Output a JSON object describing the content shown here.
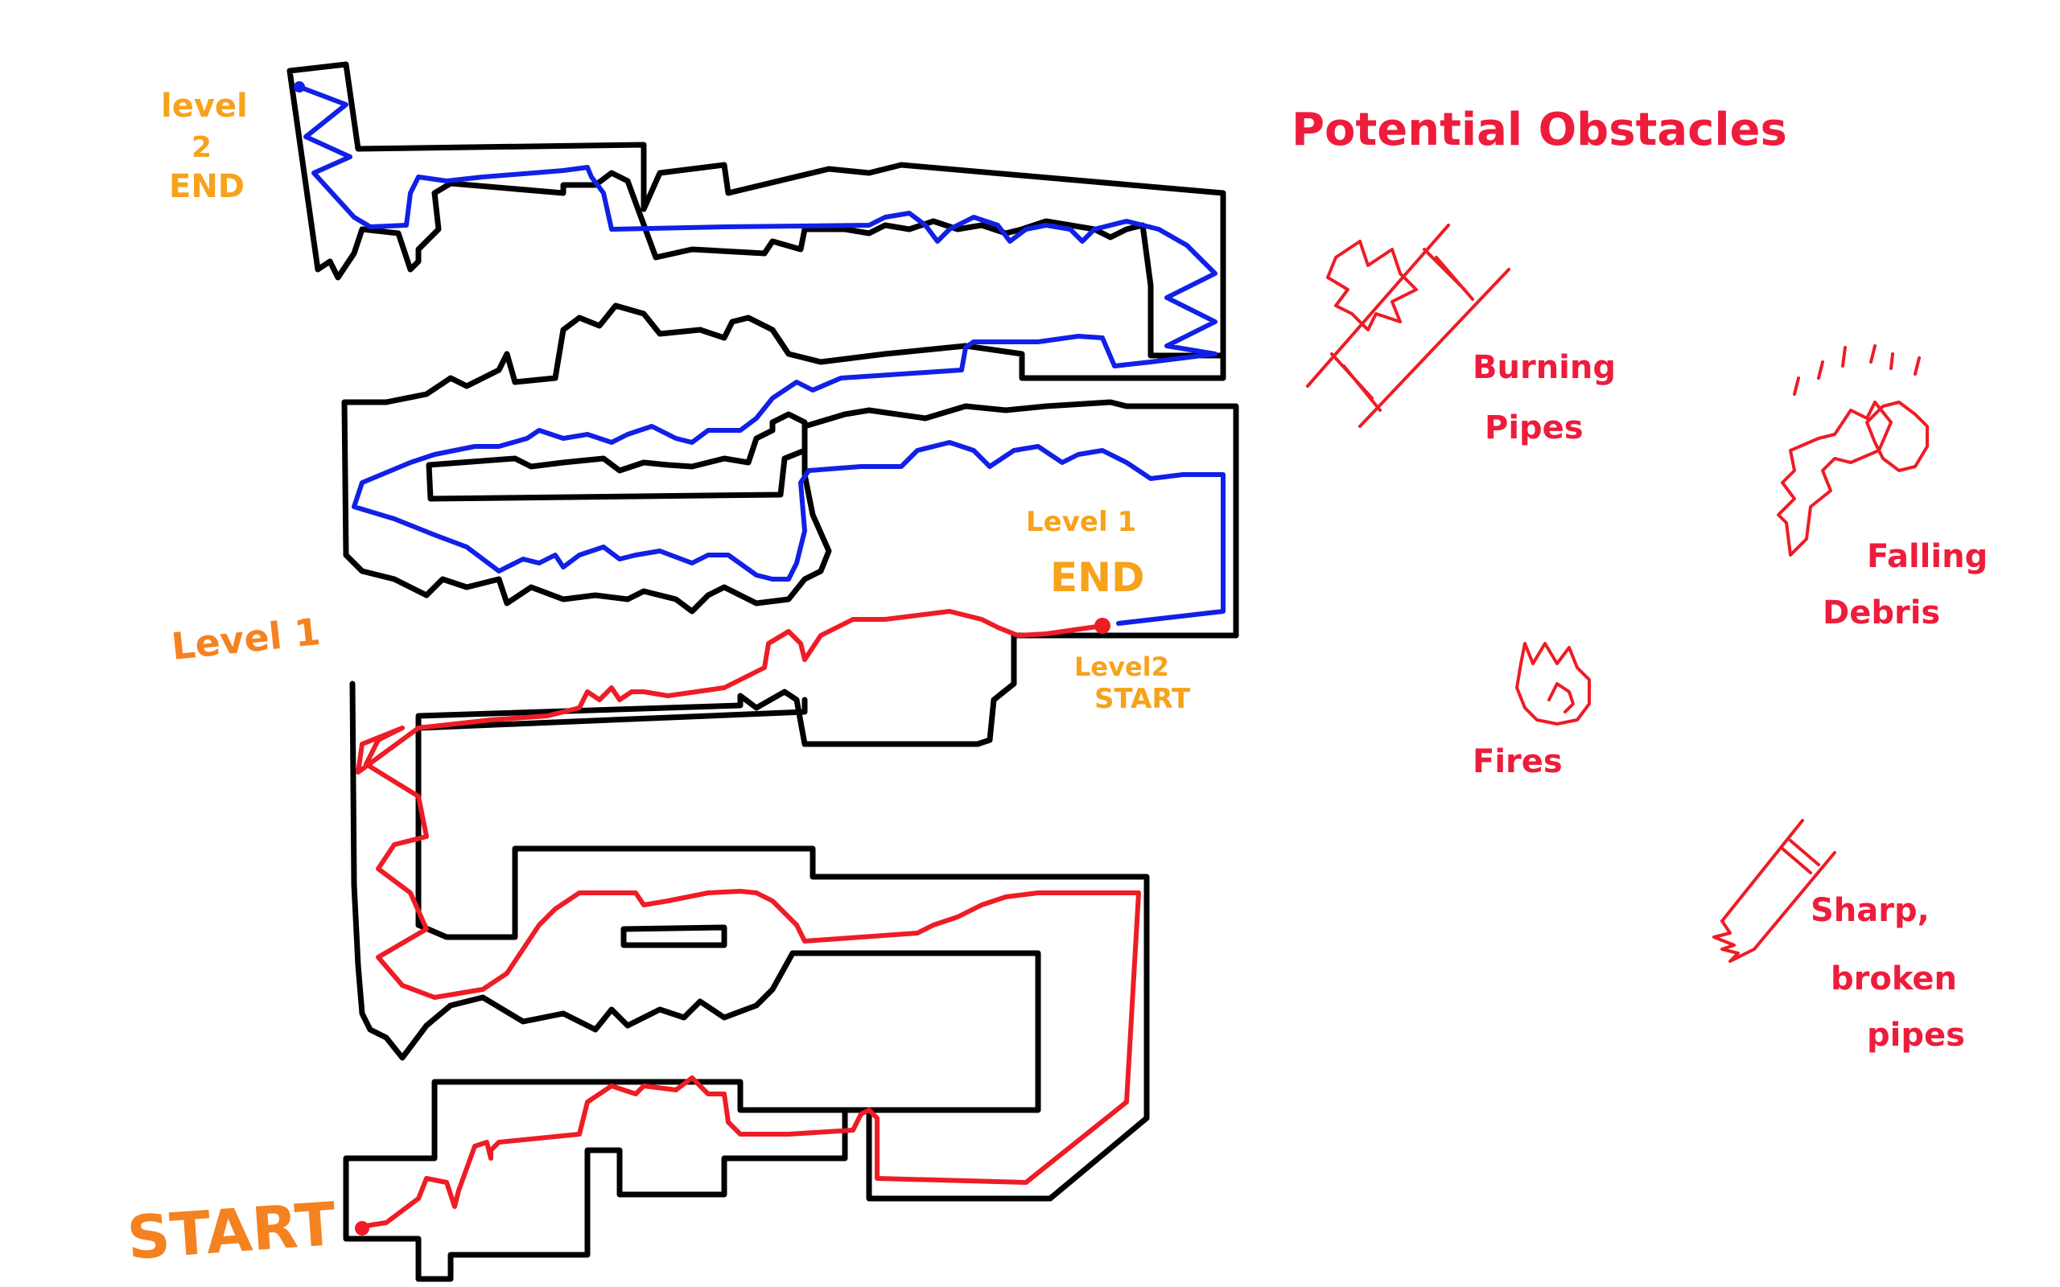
{
  "labels": {
    "level2_end": [
      "level",
      "2",
      "END"
    ],
    "start": "START",
    "level1_side": "Level 1",
    "level1_end": [
      "Level 1",
      "END"
    ],
    "level2_start": [
      "Level2",
      "START"
    ]
  },
  "legend": {
    "title": "Potential Obstacles",
    "items": [
      {
        "label": [
          "Burning",
          "Pipes"
        ],
        "icon": "burning-pipe-icon"
      },
      {
        "label": [
          "Falling",
          "Debris"
        ],
        "icon": "falling-debris-icon"
      },
      {
        "label": [
          "Fires"
        ],
        "icon": "fire-icon"
      },
      {
        "label": [
          "Sharp,",
          "broken",
          "pipes"
        ],
        "icon": "broken-pipe-icon"
      }
    ]
  },
  "colors": {
    "wall": "#000000",
    "level1_path": "#ee1c25",
    "level2_path": "#1020e6",
    "label_orange": "#f7a21b",
    "legend_red": "#ee1c3b"
  }
}
